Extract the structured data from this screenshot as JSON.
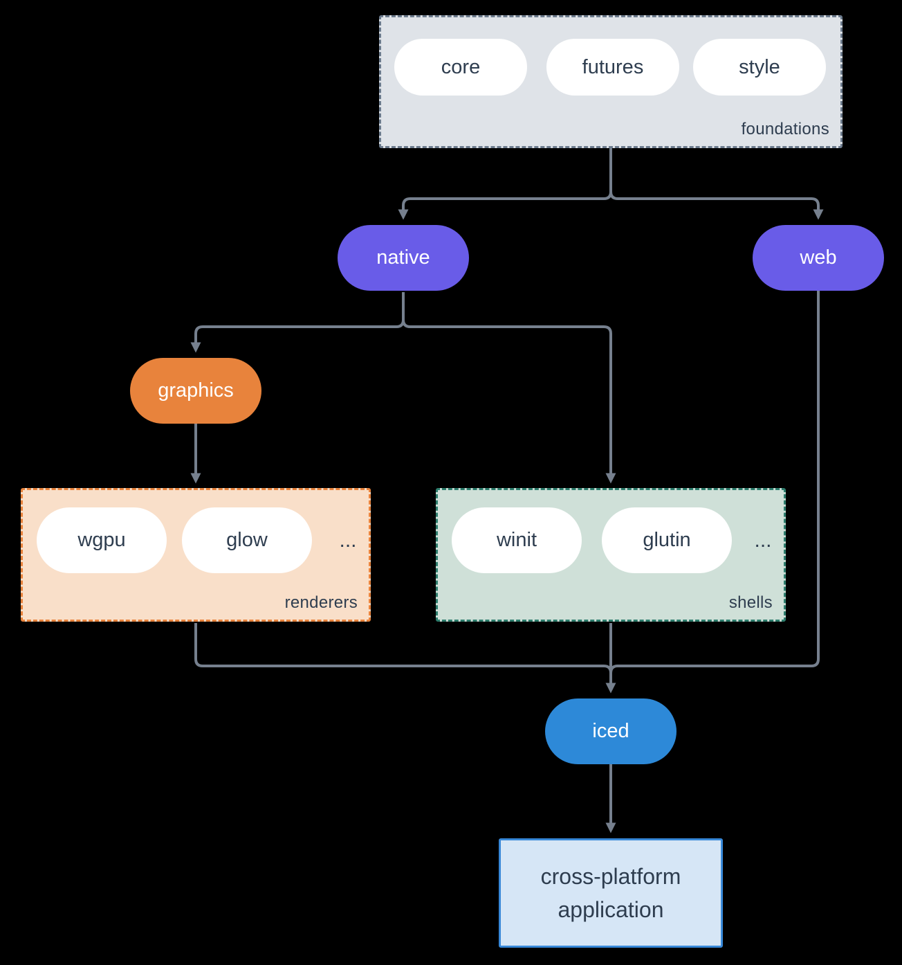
{
  "diagram": {
    "foundations": {
      "label": "foundations",
      "items": [
        "core",
        "futures",
        "style"
      ],
      "bg": "#dfe3e8",
      "border_color": "#6b7a8c"
    },
    "native": {
      "label": "native",
      "bg": "#695ce8"
    },
    "web": {
      "label": "web",
      "bg": "#695ce8"
    },
    "graphics": {
      "label": "graphics",
      "bg": "#e8833c"
    },
    "renderers": {
      "label": "renderers",
      "items": [
        "wgpu",
        "glow"
      ],
      "more": "...",
      "bg": "#f9dfc9",
      "border_color": "#e8833c"
    },
    "shells": {
      "label": "shells",
      "items": [
        "winit",
        "glutin"
      ],
      "more": "...",
      "bg": "#cfe0d8",
      "border_color": "#2d7d6d"
    },
    "iced": {
      "label": "iced",
      "bg": "#2d89d8"
    },
    "application": {
      "label_line1": "cross-platform",
      "label_line2": "application",
      "bg": "#d6e6f6",
      "border_color": "#3888d8"
    },
    "connector_color": "#76808e",
    "text_color": "#2e3d4f",
    "background": "#000000"
  }
}
